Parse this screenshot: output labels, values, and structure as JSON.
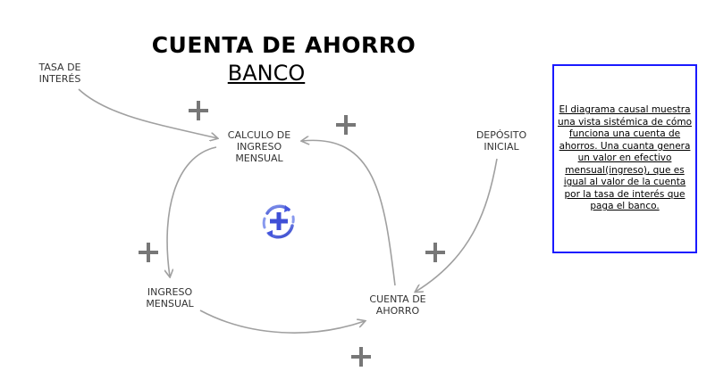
{
  "diagram": {
    "title": "CUENTA DE AHORRO",
    "subtitle": "BANCO",
    "nodes": {
      "tasa_interes": "TASA DE\nINTERÉS",
      "calculo_ingreso": "CALCULO DE\nINGRESO\nMENSUAL",
      "deposito_inicial": "DEPÓSITO\nINICIAL",
      "ingreso_mensual": "INGRESO\nMENSUAL",
      "cuenta_ahorro": "CUENTA DE\nAHORRO"
    },
    "polarity": [
      "+",
      "+",
      "+",
      "+",
      "+"
    ],
    "loop_type": "reinforcing",
    "note": "El diagrama causal muestra una vista sistémica de cómo funciona una cuenta de ahorros. Una cuanta genera un valor en efectivo mensual(ingreso), que es igual al valor de la cuenta por la tasa de interés que paga el banco.",
    "colors": {
      "arrow": "#a0a0a0",
      "plus": "#777777",
      "loop": "#5566dd",
      "note_border": "#1a1aff"
    }
  }
}
